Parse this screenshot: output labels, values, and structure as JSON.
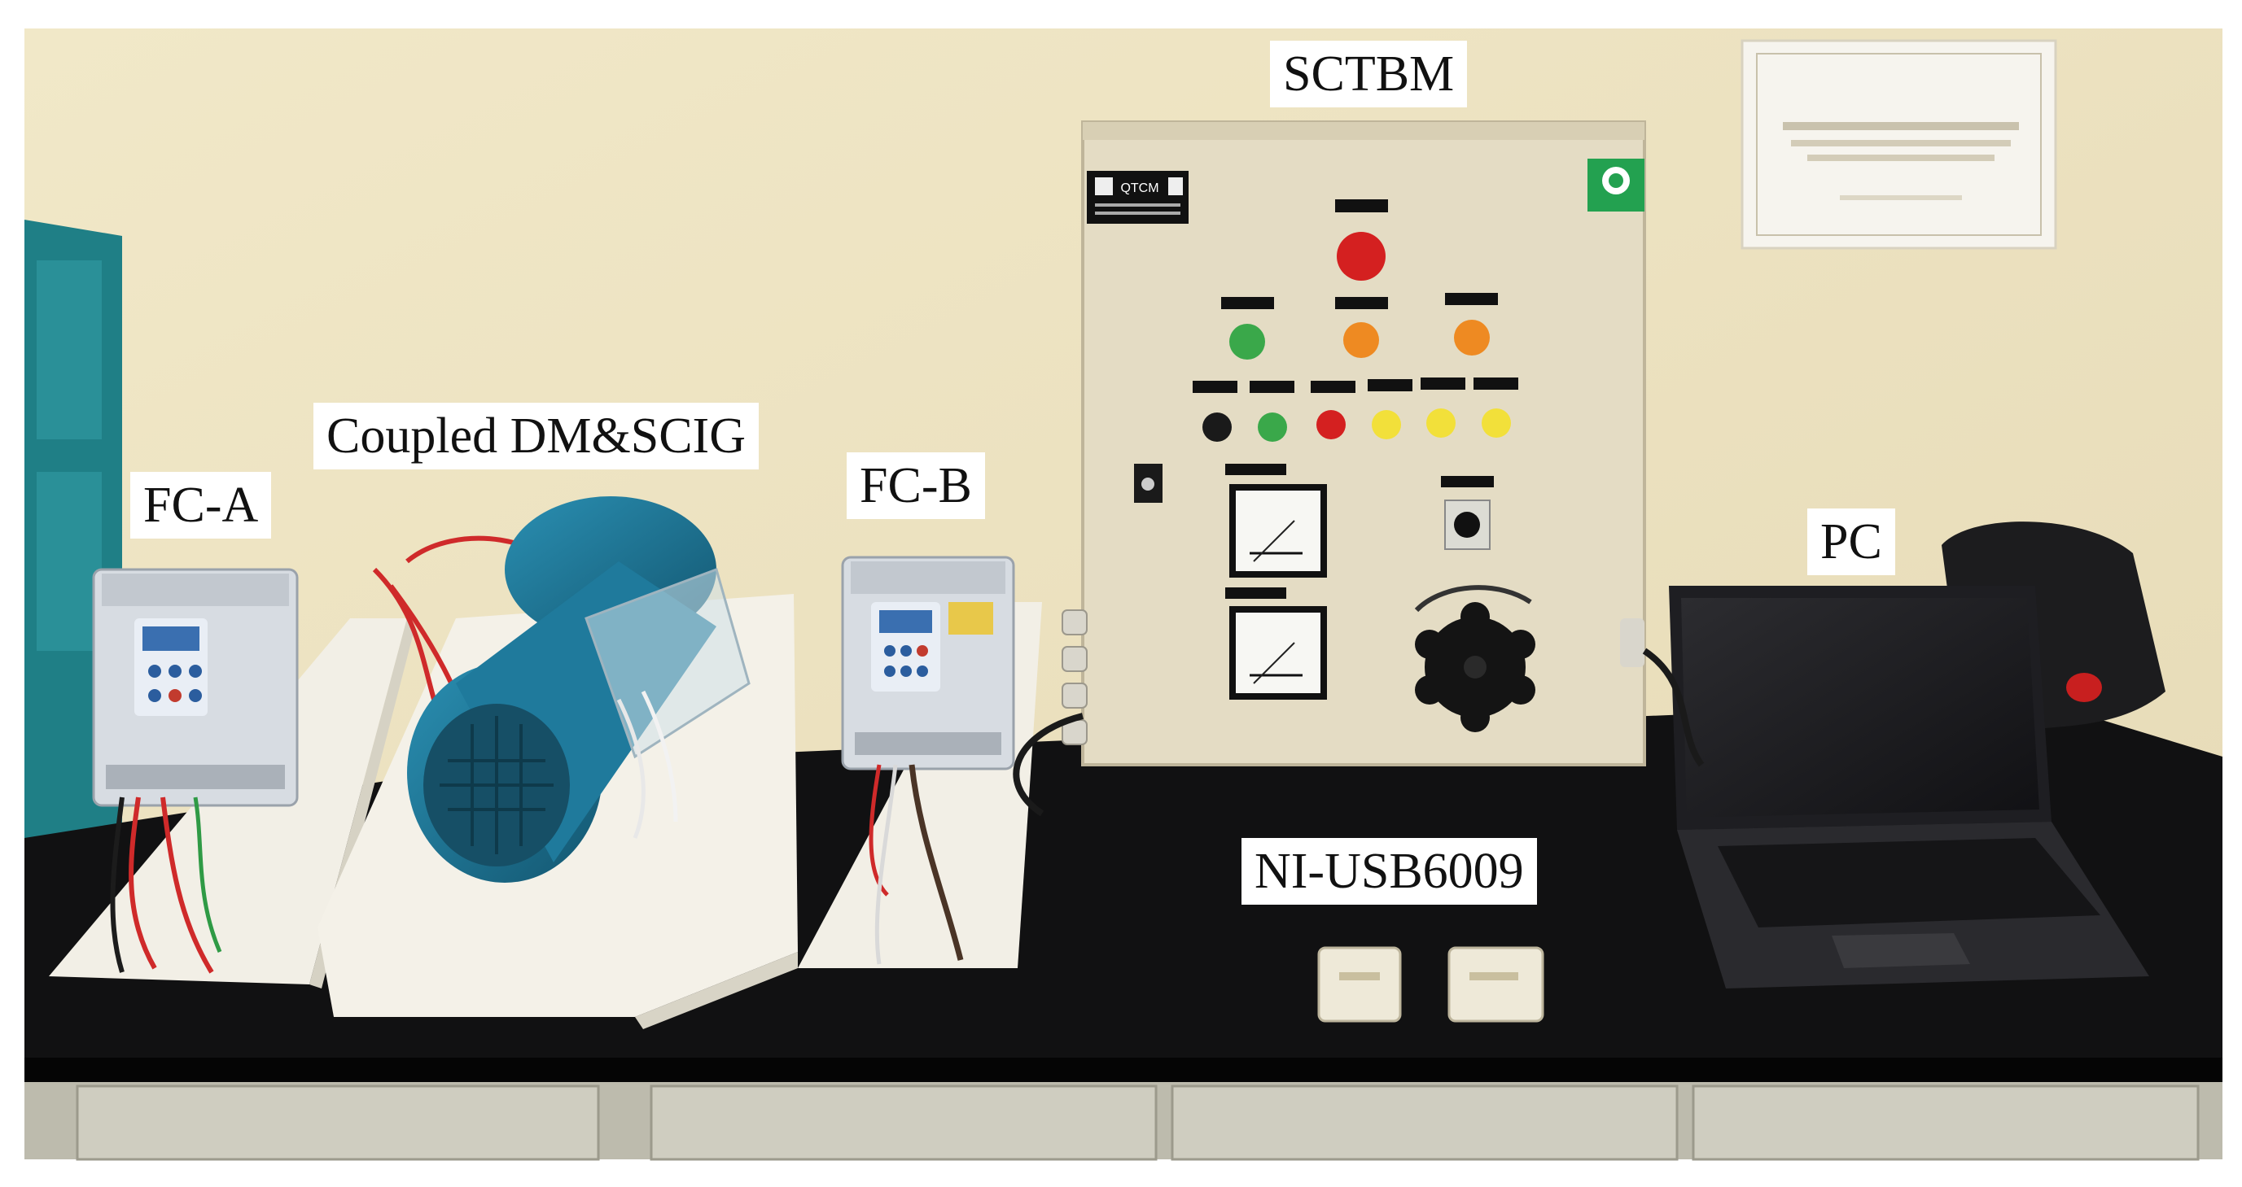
{
  "labels": {
    "fc_a": "FC-A",
    "coupled": "Coupled DM&SCIG",
    "fc_b": "FC-B",
    "sctbm": "SCTBM",
    "pc": "PC",
    "ni_usb": "NI-USB6009"
  },
  "panel": {
    "badge": "QTCM"
  },
  "colors": {
    "wall": "#ede3c2",
    "bench": "#0f0f10",
    "cabinet": "#e4dcc4",
    "drawers": "#c9c6b6",
    "motor": "#1c6e8c"
  }
}
